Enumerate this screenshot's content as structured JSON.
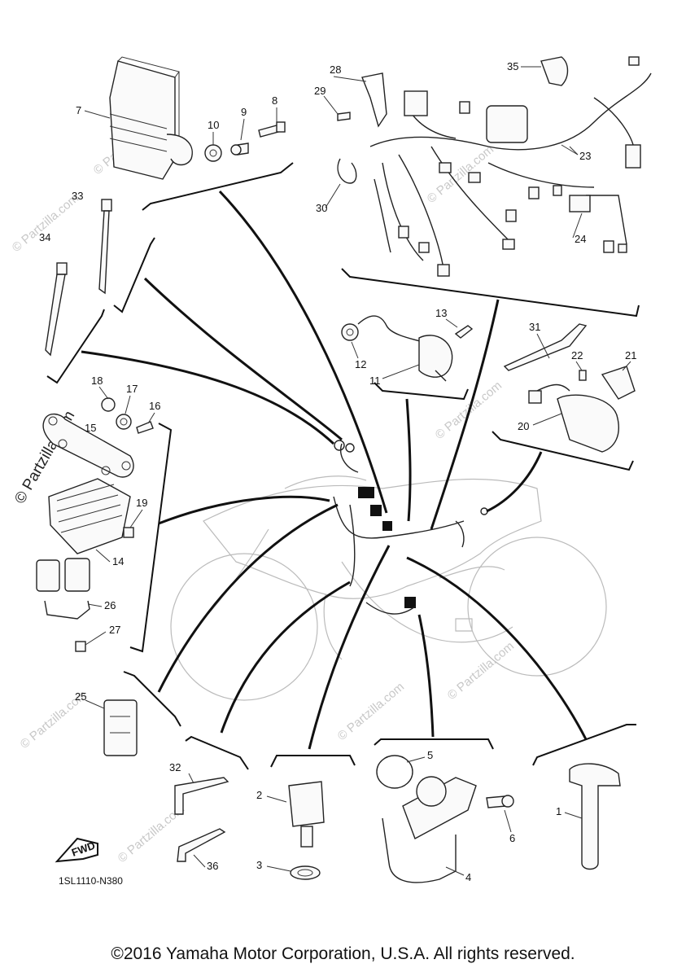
{
  "diagram": {
    "code": "1SL1110-N380",
    "fwd_label": "FWD",
    "watermark": "© Partzilla.com",
    "watermark_small": "© Partzilla.com",
    "copyright": "©2016 Yamaha Motor Corporation, U.S.A. All rights reserved.",
    "part_labels": {
      "p1": "1",
      "p2": "2",
      "p3": "3",
      "p4": "4",
      "p5": "5",
      "p6": "6",
      "p7": "7",
      "p8": "8",
      "p9": "9",
      "p10": "10",
      "p11": "11",
      "p12": "12",
      "p13": "13",
      "p14": "14",
      "p15": "15",
      "p16": "16",
      "p17": "17",
      "p18": "18",
      "p19": "19",
      "p20": "20",
      "p21": "21",
      "p22": "22",
      "p23": "23",
      "p24": "24",
      "p25": "25",
      "p26": "26",
      "p27": "27",
      "p28": "28",
      "p29": "29",
      "p30": "30",
      "p31": "31",
      "p32": "32",
      "p33": "33",
      "p34": "34",
      "p35": "35",
      "p36": "36"
    }
  }
}
